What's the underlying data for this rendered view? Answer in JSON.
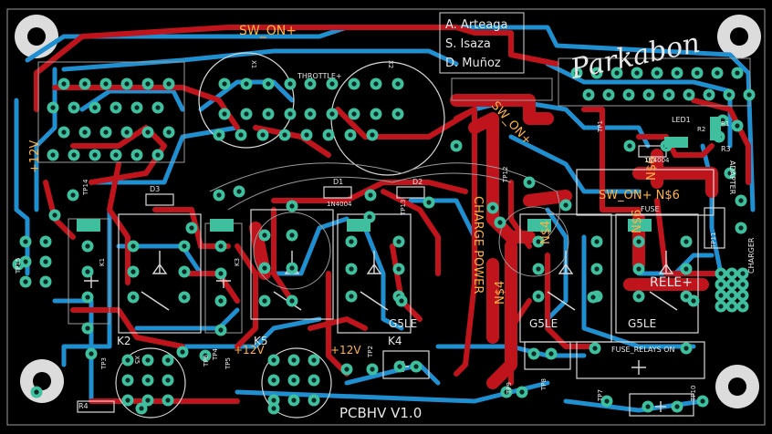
{
  "board": {
    "name": "PCBHV V1.0"
  },
  "authors": [
    "A. Arteaga",
    "S. Isaza",
    "D. Muñoz"
  ],
  "logo_text": "Parkabon",
  "nets": {
    "sw_on": "SW_ON+",
    "throttle": "THROTTLE+",
    "v12": "+12V",
    "charge_power": "CHARGE POWER",
    "n4": "N$4",
    "n6": "N$6",
    "sw_on_n6": "SW_ON+ N$6",
    "rele": "RELE+",
    "fuse_relay": "FUSE_RELAYS ON",
    "fuse": "FUSE",
    "adapter": "ADAPTER",
    "charger": "CHARGER"
  },
  "relays": [
    "K2",
    "K4",
    "K5"
  ],
  "relay_type": [
    "G5LE",
    "G5LE",
    "G5LE"
  ],
  "diodes": [
    "D3",
    "D1",
    "D2",
    "1N4004",
    "1N4004"
  ],
  "parts": {
    "led": "LED1",
    "r": "R3",
    "r4": "R4",
    "r1": "R1",
    "r2": "R2",
    "k1": "K1",
    "k3": "K3",
    "x1": "X1",
    "x2": "X2",
    "x5": "X5"
  },
  "test_points": [
    "TP1",
    "TP2",
    "TP3",
    "TP4",
    "TP5",
    "TP6",
    "TP7",
    "TP8",
    "TP9",
    "TP10",
    "TP11",
    "TP12",
    "TP13",
    "TP14",
    "TP15"
  ],
  "colors": {
    "background": "#000000",
    "top_copper": "#c0141c",
    "bottom_copper": "#1f8fd0",
    "pad": "#3fbf9e",
    "silkscreen": "#e8e8e8"
  }
}
